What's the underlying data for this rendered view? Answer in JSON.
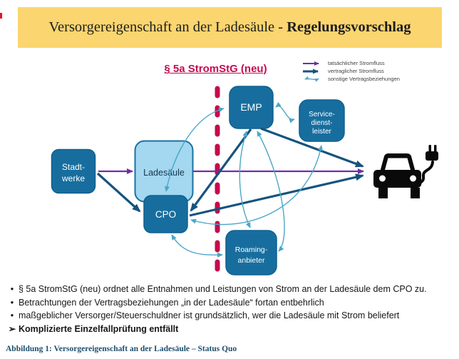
{
  "header": {
    "title_regular": "Versorgereigenschaft an der Ladesäule - ",
    "title_bold": "Regelungsvorschlag"
  },
  "diagram": {
    "law_label": "§ 5a StromStG (neu)",
    "legend": [
      {
        "label": "tatsächlicher Stromfluss",
        "color": "#7030a0",
        "style": "solid-arrow"
      },
      {
        "label": "vertraglicher Stromfluss",
        "color": "#16537e",
        "style": "thick-arrow"
      },
      {
        "label": "sonstige Vertragsbeziehungen",
        "color": "#4ba6c8",
        "style": "wavy-double-arrow"
      }
    ],
    "boxes": {
      "stadtwerke": {
        "lines": [
          "Stadt-",
          "werke"
        ]
      },
      "ladesaeule": {
        "label": "Ladesäule"
      },
      "cpo": {
        "label": "CPO"
      },
      "emp": {
        "label": "EMP"
      },
      "service": {
        "lines": [
          "Service-",
          "dienst-",
          "leister"
        ]
      },
      "roaming": {
        "lines": [
          "Roaming-",
          "anbieter"
        ]
      }
    },
    "icons": {
      "car": "electric-car-icon"
    },
    "colors": {
      "banner_bg": "#fbd56f",
      "actual_flow": "#7030a0",
      "contract_flow": "#16537e",
      "other_relations": "#4ba6c8",
      "separator_dashed": "#c60a4e",
      "box_dark": "#176e9e",
      "box_light": "#a4d7f0",
      "caption_text": "#1f4e6b"
    }
  },
  "bullets": [
    {
      "marker": "•",
      "text": "§ 5a StromStG (neu) ordnet alle Entnahmen und Leistungen von Strom an der Ladesäule dem CPO zu."
    },
    {
      "marker": "•",
      "text": "Betrachtungen der Vertragsbeziehungen „in der Ladesäule“ fortan entbehrlich"
    },
    {
      "marker": "•",
      "text": "maßgeblicher Versorger/Steuerschuldner ist grundsätzlich, wer die Ladesäule mit Strom beliefert"
    },
    {
      "marker": "➢",
      "text": "Komplizierte Einzelfallprüfung entfällt",
      "bold": true
    }
  ],
  "caption": "Abbildung 1: Versorgereigenschaft an der Ladesäule – Status Quo"
}
